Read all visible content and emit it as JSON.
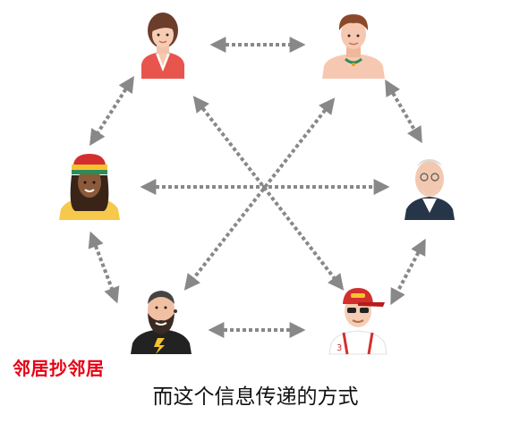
{
  "diagram": {
    "nodes": [
      {
        "id": "woman-top-left",
        "icon": "woman-avatar-icon"
      },
      {
        "id": "man-top-right",
        "icon": "shirtless-man-avatar-icon"
      },
      {
        "id": "rasta-left",
        "icon": "rasta-man-avatar-icon"
      },
      {
        "id": "old-man-right",
        "icon": "old-man-avatar-icon"
      },
      {
        "id": "bearded-bottom-left",
        "icon": "bearded-man-avatar-icon"
      },
      {
        "id": "cap-bottom-right",
        "icon": "cap-sunglasses-man-avatar-icon"
      }
    ],
    "arrows": [
      {
        "from": "woman-top-left",
        "to": "man-top-right"
      },
      {
        "from": "woman-top-left",
        "to": "rasta-left"
      },
      {
        "from": "man-top-right",
        "to": "old-man-right"
      },
      {
        "from": "rasta-left",
        "to": "old-man-right"
      },
      {
        "from": "woman-top-left",
        "to": "cap-bottom-right"
      },
      {
        "from": "man-top-right",
        "to": "bearded-bottom-left"
      },
      {
        "from": "rasta-left",
        "to": "bearded-bottom-left"
      },
      {
        "from": "old-man-right",
        "to": "cap-bottom-right"
      },
      {
        "from": "bearded-bottom-left",
        "to": "cap-bottom-right"
      }
    ],
    "cap_number": "3"
  },
  "captions": {
    "title": "邻居抄邻居",
    "subtitle": "而这个信息传递的方式"
  },
  "colors": {
    "arrow": "#888888",
    "title": "#e60012",
    "subtitle": "#111111"
  }
}
